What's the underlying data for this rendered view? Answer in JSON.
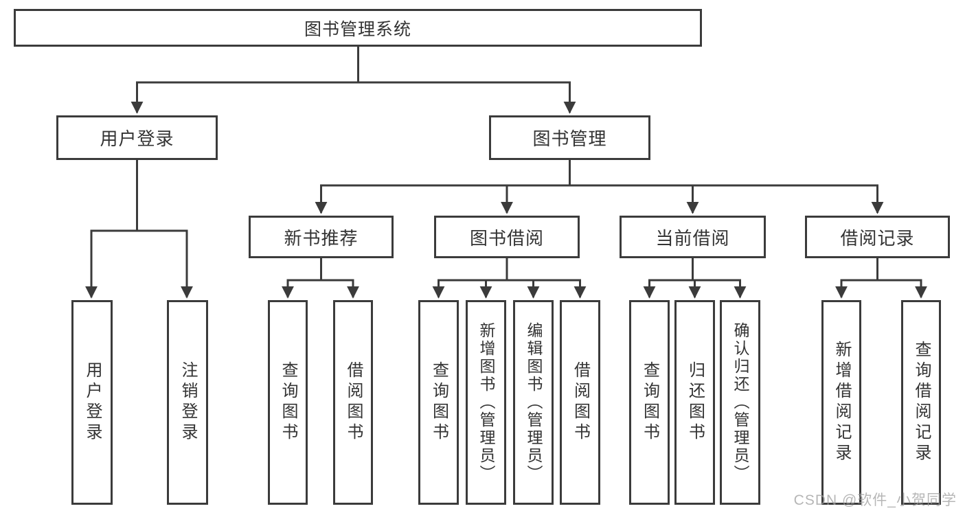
{
  "tree": {
    "root": {
      "label": "图书管理系统"
    },
    "branches": [
      {
        "label": "用户登录",
        "children": [
          {
            "label": "用户登录"
          },
          {
            "label": "注销登录"
          }
        ]
      },
      {
        "label": "图书管理",
        "children": [
          {
            "label": "新书推荐",
            "children": [
              {
                "label": "查询图书"
              },
              {
                "label": "借阅图书"
              }
            ]
          },
          {
            "label": "图书借阅",
            "children": [
              {
                "label": "查询图书"
              },
              {
                "label": "新增图书（管理员）"
              },
              {
                "label": "编辑图书（管理员）"
              },
              {
                "label": "借阅图书"
              }
            ]
          },
          {
            "label": "当前借阅",
            "children": [
              {
                "label": "查询图书"
              },
              {
                "label": "归还图书"
              },
              {
                "label": "确认归还（管理员）"
              }
            ]
          },
          {
            "label": "借阅记录",
            "children": [
              {
                "label": "新增借阅记录"
              },
              {
                "label": "查询借阅记录"
              }
            ]
          }
        ]
      }
    ]
  },
  "watermark": {
    "text": "CSDN @软件_小贺同学"
  },
  "colors": {
    "line": "#3b3b3b",
    "text": "#333333",
    "background": "#ffffff",
    "watermark": "#9e9e9e"
  }
}
